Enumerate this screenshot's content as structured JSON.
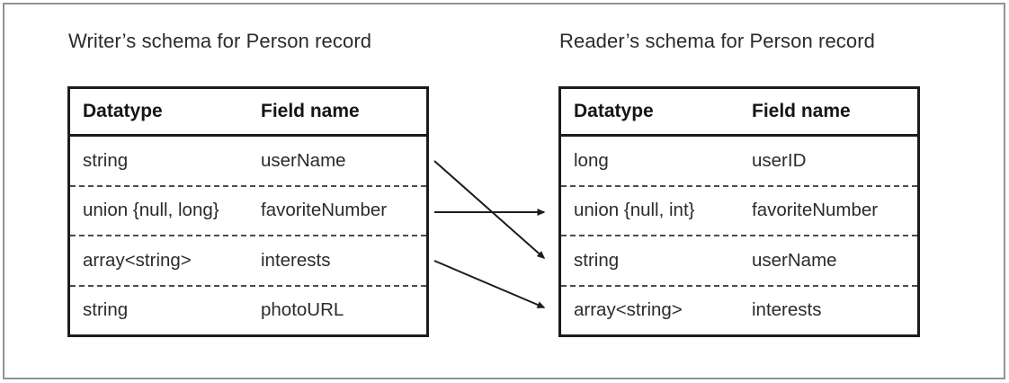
{
  "diagram": {
    "writer": {
      "title": "Writer’s schema for Person record",
      "columns": {
        "datatype": "Datatype",
        "field": "Field name"
      },
      "rows": [
        {
          "datatype": "string",
          "field": "userName"
        },
        {
          "datatype": "union {null, long}",
          "field": "favoriteNumber"
        },
        {
          "datatype": "array<string>",
          "field": "interests"
        },
        {
          "datatype": "string",
          "field": "photoURL"
        }
      ]
    },
    "reader": {
      "title": "Reader’s schema for Person record",
      "columns": {
        "datatype": "Datatype",
        "field": "Field name"
      },
      "rows": [
        {
          "datatype": "long",
          "field": "userID"
        },
        {
          "datatype": "union {null, int}",
          "field": "favoriteNumber"
        },
        {
          "datatype": "string",
          "field": "userName"
        },
        {
          "datatype": "array<string>",
          "field": "interests"
        }
      ]
    },
    "mappings": [
      {
        "field": "userName",
        "from_writer_row": 1,
        "to_reader_row": 3
      },
      {
        "field": "favoriteNumber",
        "from_writer_row": 2,
        "to_reader_row": 2
      },
      {
        "field": "interests",
        "from_writer_row": 3,
        "to_reader_row": 4
      }
    ],
    "colors": {
      "background": "#ffffff",
      "text": "#2d2a2b",
      "table_border": "#1c1c1c",
      "dashed_divider": "#4c4c4c",
      "outer_frame": "#919396",
      "arrow": "#1c1c1c"
    }
  }
}
